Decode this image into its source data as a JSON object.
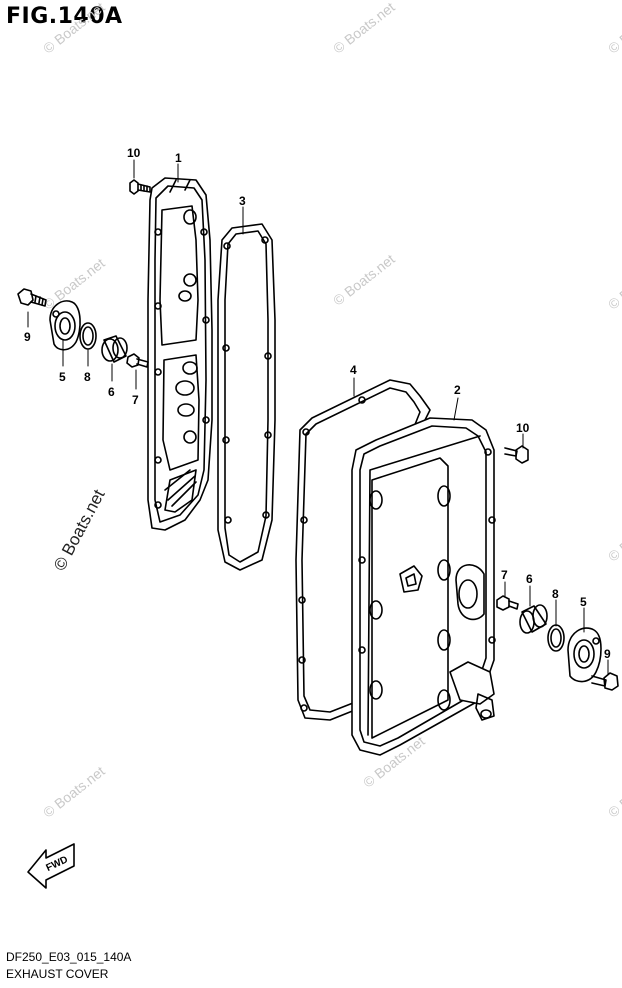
{
  "figure_title": "FIG.140A",
  "footer": {
    "code": "DF250_E03_015_140A",
    "name": "EXHAUST COVER"
  },
  "watermark_text": "© Boats.net",
  "fwd_label": "FWD",
  "callouts": [
    "10",
    "1",
    "3",
    "9",
    "5",
    "8",
    "6",
    "7",
    "4",
    "2",
    "10",
    "7",
    "6",
    "8",
    "5",
    "9"
  ]
}
